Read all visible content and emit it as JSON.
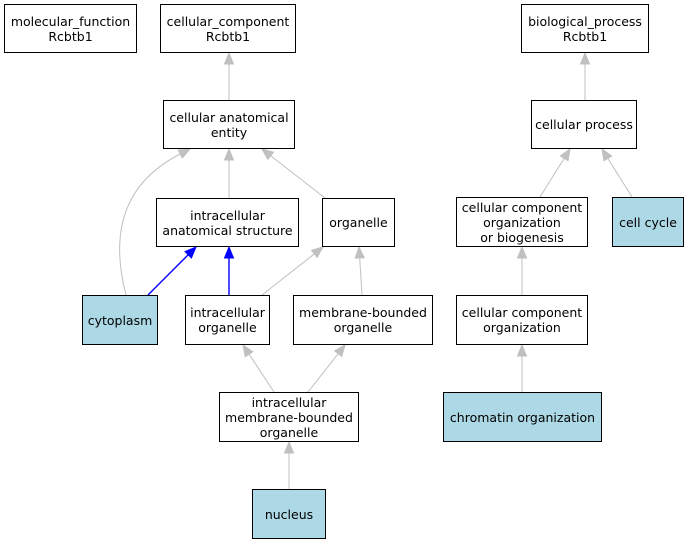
{
  "colors": {
    "highlight_fill": "#add8e6",
    "node_fill": "#ffffff",
    "node_border": "#000000",
    "edge_default": "#c0c0c0",
    "edge_part_of": "#0000ff"
  },
  "nodes": {
    "mf_root": {
      "label": "molecular_function\nRcbtb1",
      "highlighted": false
    },
    "cc_root": {
      "label": "cellular_component\nRcbtb1",
      "highlighted": false
    },
    "bp_root": {
      "label": "biological_process\nRcbtb1",
      "highlighted": false
    },
    "cae": {
      "label": "cellular anatomical\nentity",
      "highlighted": false
    },
    "ias": {
      "label": "intracellular\nanatomical structure",
      "highlighted": false
    },
    "organelle": {
      "label": "organelle",
      "highlighted": false
    },
    "cytoplasm": {
      "label": "cytoplasm",
      "highlighted": true
    },
    "io": {
      "label": "intracellular\norganelle",
      "highlighted": false
    },
    "mbo": {
      "label": "membrane-bounded\norganelle",
      "highlighted": false
    },
    "imbo": {
      "label": "intracellular\nmembrane-bounded\norganelle",
      "highlighted": false
    },
    "nucleus": {
      "label": "nucleus",
      "highlighted": true
    },
    "cp": {
      "label": "cellular process",
      "highlighted": false
    },
    "ccob": {
      "label": "cellular component\norganization\nor biogenesis",
      "highlighted": false
    },
    "cellcycle": {
      "label": "cell cycle",
      "highlighted": true
    },
    "cco": {
      "label": "cellular component\norganization",
      "highlighted": false
    },
    "chromatin": {
      "label": "chromatin organization",
      "highlighted": true
    }
  },
  "edges": [
    {
      "from": "cae",
      "to": "cc_root",
      "kind": "is_a"
    },
    {
      "from": "ias",
      "to": "cae",
      "kind": "is_a"
    },
    {
      "from": "organelle",
      "to": "cae",
      "kind": "is_a"
    },
    {
      "from": "cytoplasm",
      "to": "cae",
      "kind": "is_a"
    },
    {
      "from": "cytoplasm",
      "to": "ias",
      "kind": "part_of"
    },
    {
      "from": "io",
      "to": "ias",
      "kind": "part_of"
    },
    {
      "from": "io",
      "to": "organelle",
      "kind": "is_a"
    },
    {
      "from": "mbo",
      "to": "organelle",
      "kind": "is_a"
    },
    {
      "from": "imbo",
      "to": "io",
      "kind": "is_a"
    },
    {
      "from": "imbo",
      "to": "mbo",
      "kind": "is_a"
    },
    {
      "from": "nucleus",
      "to": "imbo",
      "kind": "is_a"
    },
    {
      "from": "cp",
      "to": "bp_root",
      "kind": "is_a"
    },
    {
      "from": "ccob",
      "to": "cp",
      "kind": "is_a"
    },
    {
      "from": "cellcycle",
      "to": "cp",
      "kind": "is_a"
    },
    {
      "from": "cco",
      "to": "ccob",
      "kind": "is_a"
    },
    {
      "from": "chromatin",
      "to": "cco",
      "kind": "is_a"
    }
  ]
}
